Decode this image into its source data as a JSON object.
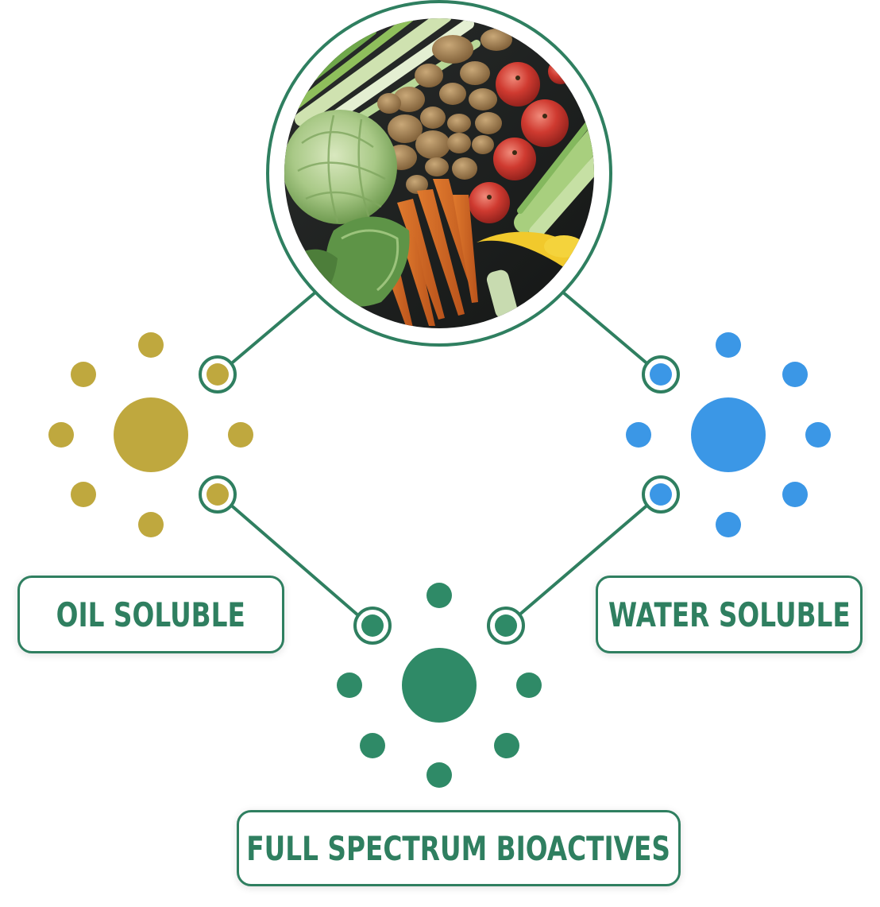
{
  "colors": {
    "oil": "#bfa83e",
    "water": "#3b97e6",
    "full": "#2f8a67",
    "line": "#2f7f60",
    "ring_bg": "#ffffff"
  },
  "photo": {
    "icon": "vegetables-produce-photo",
    "items": [
      "cabbage",
      "green-onions",
      "potatoes",
      "apples",
      "carrots",
      "celery",
      "yellow-squash",
      "leafy-greens"
    ]
  },
  "labels": {
    "oil": "OIL SOLUBLE",
    "water": "WATER SOLUBLE",
    "full": "FULL SPECTRUM BIOACTIVES"
  }
}
